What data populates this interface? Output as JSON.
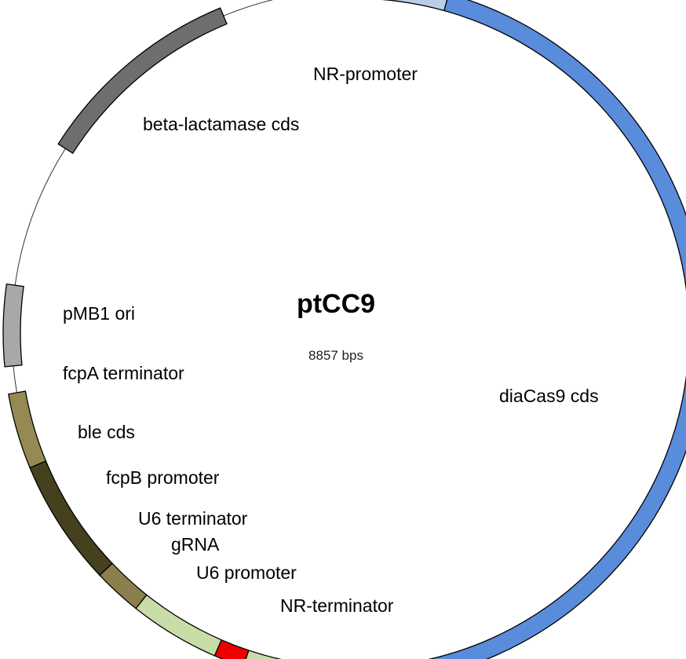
{
  "plasmid": {
    "name": "ptCC9",
    "size_label": "8857 bps"
  },
  "features": [
    {
      "id": "nr-promoter",
      "label": "NR-promoter",
      "color": "#B9CFE9"
    },
    {
      "id": "diacas9-cds",
      "label": "diaCas9 cds",
      "color": "#5A8CDC"
    },
    {
      "id": "nr-terminator",
      "label": "NR-terminator",
      "color": "#B9CFE9"
    },
    {
      "id": "u6-promoter",
      "label": "U6 promoter",
      "color": "#C8DCA8"
    },
    {
      "id": "grna",
      "label": "gRNA",
      "color": "#EE0000"
    },
    {
      "id": "u6-terminator",
      "label": "U6 terminator",
      "color": "#C8DCA8"
    },
    {
      "id": "fcpb-promoter",
      "label": "fcpB promoter",
      "color": "#8C7F4E"
    },
    {
      "id": "ble-cds",
      "label": "ble cds",
      "color": "#45401E"
    },
    {
      "id": "fcpa-terminator",
      "label": "fcpA terminator",
      "color": "#968A54"
    },
    {
      "id": "pmb1-ori",
      "label": "pMB1 ori",
      "color": "#A8A8A8"
    },
    {
      "id": "beta-lactamase-cds",
      "label": "beta-lactamase cds",
      "color": "#6E6E6E"
    }
  ],
  "backbone_color": "#333333"
}
